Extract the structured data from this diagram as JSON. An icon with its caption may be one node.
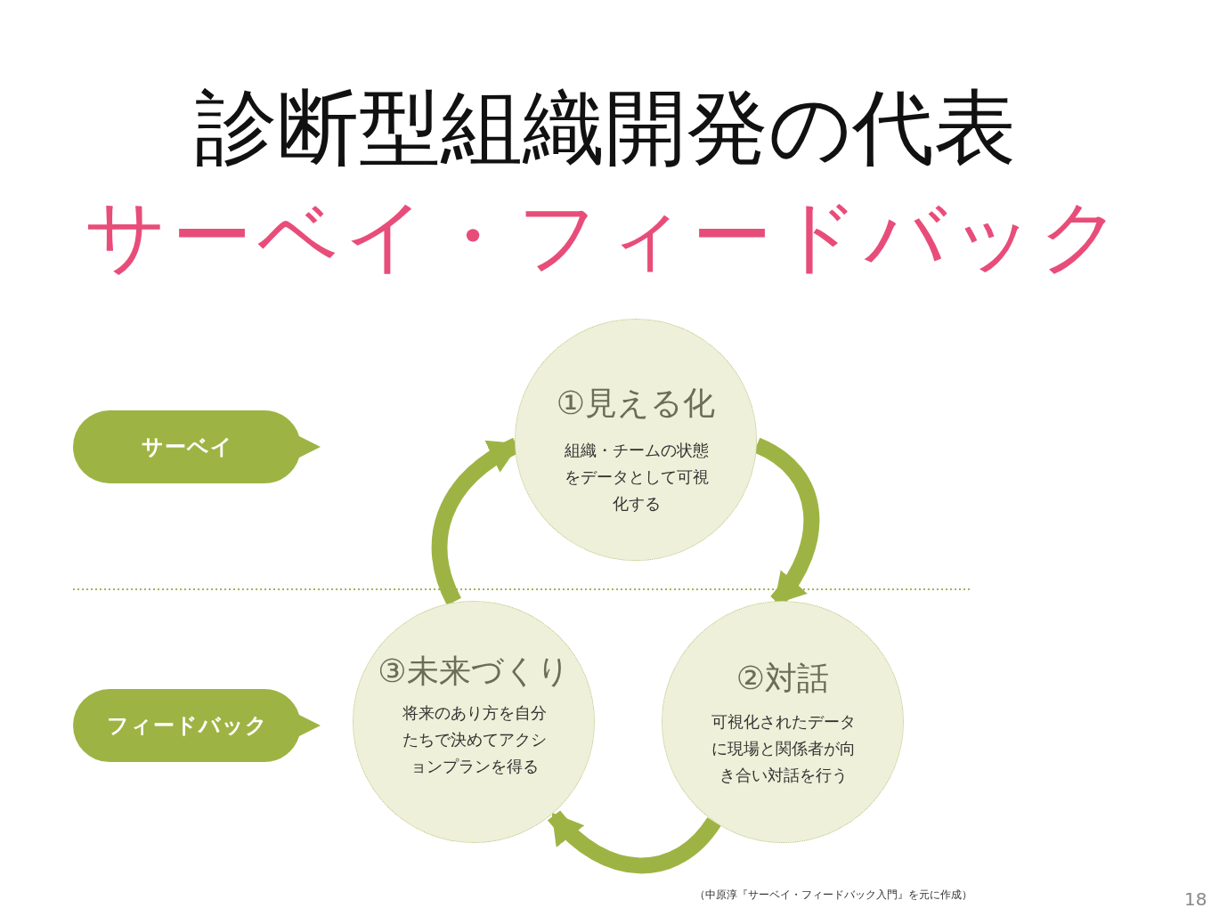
{
  "diagram": {
    "title": "診断型組織開発の代表",
    "nodes": [
      {
        "text": [
          "サーベイ"
        ]
      },
      {
        "text": [
          "フィードバック"
        ]
      },
      {
        "text": [
          "①見える化",
          "組織・チームの状態をデータとして可視化する"
        ]
      },
      {
        "text": [
          "②対話",
          "可視化されたデータに現場と関係者が向き合い対話を行う"
        ]
      },
      {
        "text": [
          "③未来づくり",
          "将来のあり方を自分たちで決めてアクションプランを得る"
        ]
      }
    ],
    "edges": [
      {
        "from": 2,
        "to": 3,
        "arrow": "to"
      },
      {
        "from": 3,
        "to": 4,
        "arrow": "to"
      },
      {
        "from": 4,
        "to": 2,
        "arrow": "to"
      }
    ],
    "labels": [
      "サーベイ・フィードバック",
      "（中原淳『サーベイ・フィードバック入門』を元に作成）",
      "18"
    ]
  }
}
